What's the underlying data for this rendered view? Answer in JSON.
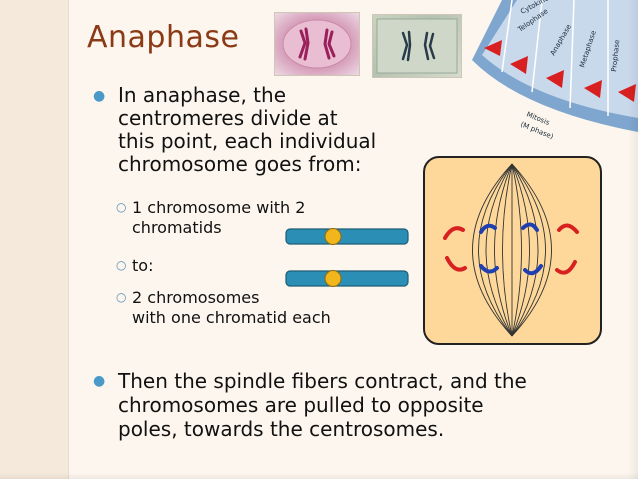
{
  "title": "Anaphase",
  "bullet1": {
    "lines": [
      "In anaphase, the",
      "centromeres divide at",
      "this point, each individual",
      "chromosome goes from:"
    ],
    "subs": [
      {
        "lines": [
          "1 chromosome with 2",
          "chromatids"
        ]
      },
      {
        "lines": [
          "to:"
        ]
      },
      {
        "lines": [
          "2 chromosomes",
          "with one  chromatid each"
        ]
      }
    ]
  },
  "bullet2": {
    "lines": [
      "Then the spindle fibers contract, and the",
      "chromosomes are pulled to opposite",
      "poles, towards the centrosomes."
    ]
  },
  "cycle_labels": [
    "Cytokinesis",
    "Telophase",
    "Anaphase",
    "Metaphase",
    "Prophase",
    "Mitosis",
    "(M phase)"
  ],
  "colors": {
    "title": "#8b3a16",
    "bullet": "#4a9ac9",
    "chromosome": "#2b8fb5",
    "centromere": "#f2b51c",
    "cell": "#fdd89a",
    "red_chromatid": "#d82020",
    "blue_chromatid": "#1f3fb0"
  }
}
